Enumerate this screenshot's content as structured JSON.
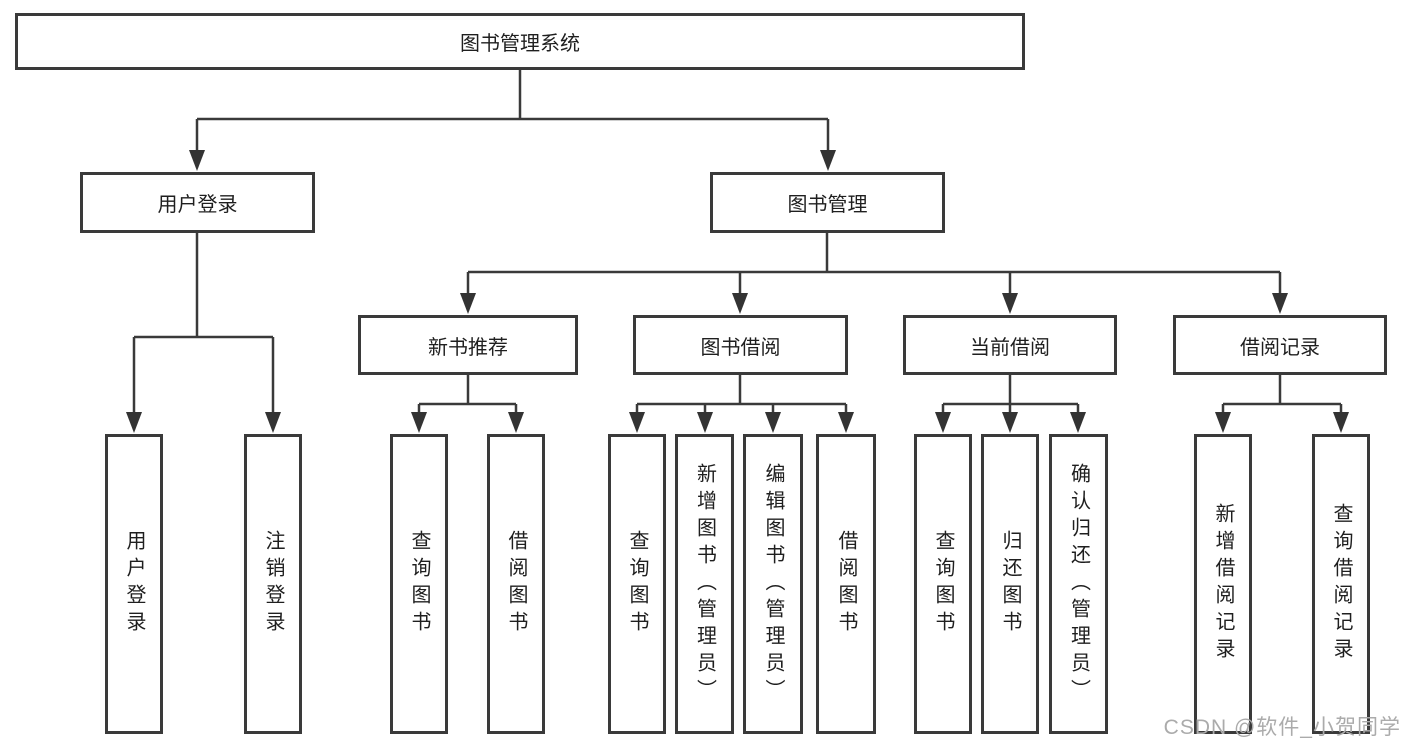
{
  "colors": {
    "line": "#3a3a3a",
    "text": "#1f1f1f",
    "watermark": "#ababab",
    "background": "#ffffff"
  },
  "tree": {
    "root": {
      "label": "图书管理系统"
    },
    "branches": [
      {
        "label": "用户登录",
        "children": [
          {
            "label": "用户登录"
          },
          {
            "label": "注销登录"
          }
        ]
      },
      {
        "label": "图书管理",
        "children": [
          {
            "label": "新书推荐",
            "children": [
              {
                "label": "查询图书"
              },
              {
                "label": "借阅图书"
              }
            ]
          },
          {
            "label": "图书借阅",
            "children": [
              {
                "label": "查询图书"
              },
              {
                "label": "新增图书（管理员）"
              },
              {
                "label": "编辑图书（管理员）"
              },
              {
                "label": "借阅图书"
              }
            ]
          },
          {
            "label": "当前借阅",
            "children": [
              {
                "label": "查询图书"
              },
              {
                "label": "归还图书"
              },
              {
                "label": "确认归还（管理员）"
              }
            ]
          },
          {
            "label": "借阅记录",
            "children": [
              {
                "label": "新增借阅记录"
              },
              {
                "label": "查询借阅记录"
              }
            ]
          }
        ]
      }
    ]
  },
  "watermark": {
    "text": "CSDN @软件_小贺同学"
  }
}
